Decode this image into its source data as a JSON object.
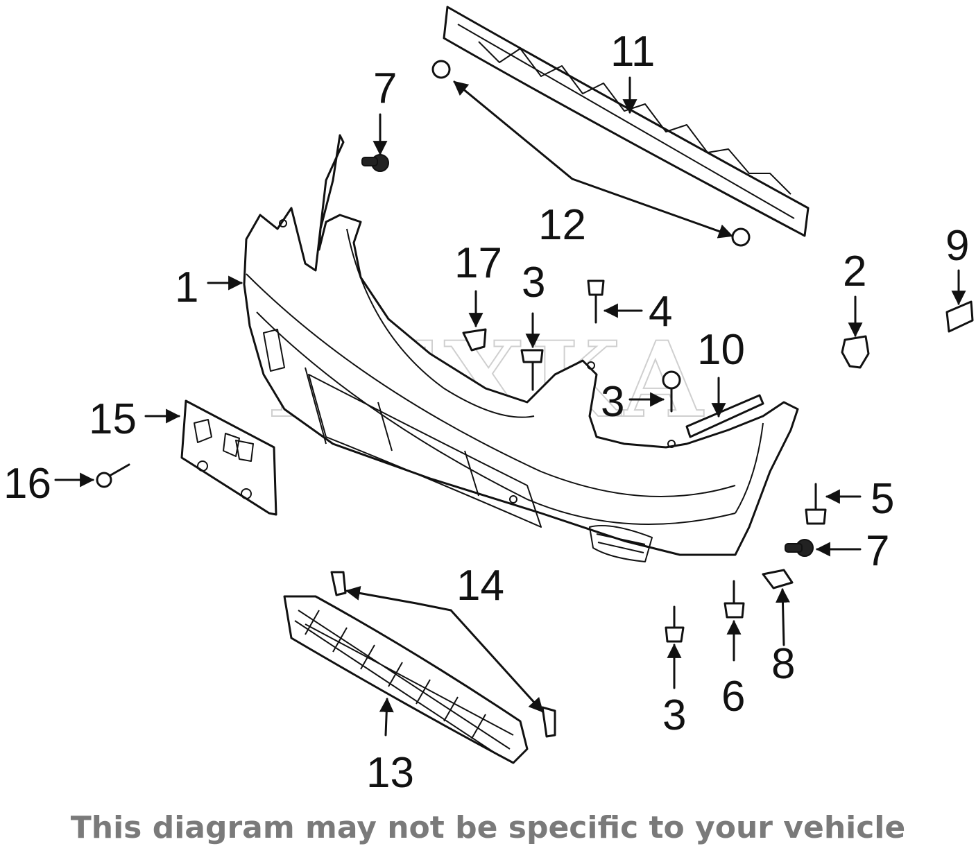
{
  "watermark": "REXKA",
  "disclaimer": "This diagram may not be specific to your vehicle",
  "callouts": {
    "c1": "1",
    "c2": "2",
    "c3a": "3",
    "c3b": "3",
    "c3c": "3",
    "c4": "4",
    "c5": "5",
    "c6": "6",
    "c7a": "7",
    "c7b": "7",
    "c8": "8",
    "c9": "9",
    "c10": "10",
    "c11": "11",
    "c12": "12",
    "c13": "13",
    "c14": "14",
    "c15": "15",
    "c16": "16",
    "c17": "17"
  }
}
